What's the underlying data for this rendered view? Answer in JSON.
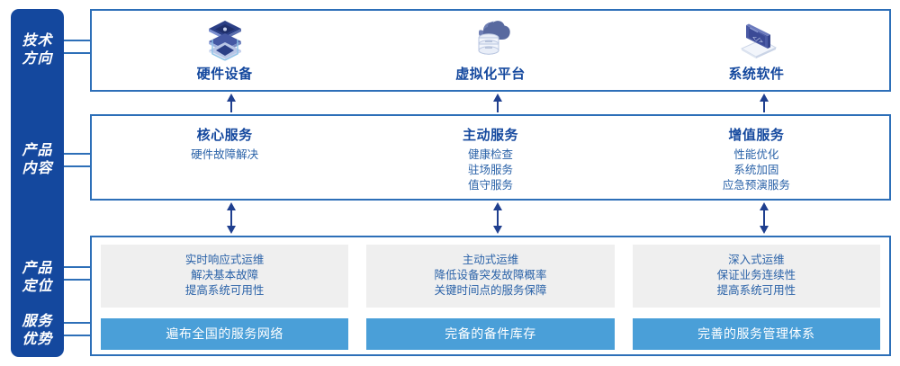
{
  "rail": {
    "labels": [
      {
        "line1": "技术",
        "line2": "方向"
      },
      {
        "line1": "产品",
        "line2": "内容"
      },
      {
        "line1": "产品",
        "line2": "定位"
      },
      {
        "line1": "服务",
        "line2": "优势"
      }
    ]
  },
  "colors": {
    "rail_bg": "#14489e",
    "panel_border": "#2d6fb8",
    "title_blue": "#14489e",
    "body_blue": "#2a62a8",
    "gray_box": "#efefef",
    "accent_blue": "#4a9fd8",
    "white": "#ffffff"
  },
  "tech_directions": {
    "items": [
      {
        "icon": "server-stack-icon",
        "title": "硬件设备"
      },
      {
        "icon": "cloud-database-icon",
        "title": "虚拟化平台"
      },
      {
        "icon": "laptop-code-icon",
        "title": "系统软件"
      }
    ]
  },
  "product_content": {
    "items": [
      {
        "title": "核心服务",
        "services": [
          "硬件故障解决"
        ]
      },
      {
        "title": "主动服务",
        "services": [
          "健康检查",
          "驻场服务",
          "值守服务"
        ]
      },
      {
        "title": "增值服务",
        "services": [
          "性能优化",
          "系统加固",
          "应急预演服务"
        ]
      }
    ]
  },
  "product_positioning": {
    "items": [
      {
        "lines": [
          "实时响应式运维",
          "解决基本故障",
          "提高系统可用性"
        ]
      },
      {
        "lines": [
          "主动式运维",
          "降低设备突发故障概率",
          "关键时间点的服务保障"
        ]
      },
      {
        "lines": [
          "深入式运维",
          "保证业务连续性",
          "提高系统可用性"
        ]
      }
    ]
  },
  "service_advantages": {
    "items": [
      "遍布全国的服务网络",
      "完备的备件库存",
      "完善的服务管理体系"
    ]
  },
  "arrows": {
    "up": [
      "arrow-up-icon",
      "arrow-up-icon",
      "arrow-up-icon"
    ],
    "double": [
      "arrow-up-down-icon",
      "arrow-up-down-icon",
      "arrow-up-down-icon"
    ]
  }
}
